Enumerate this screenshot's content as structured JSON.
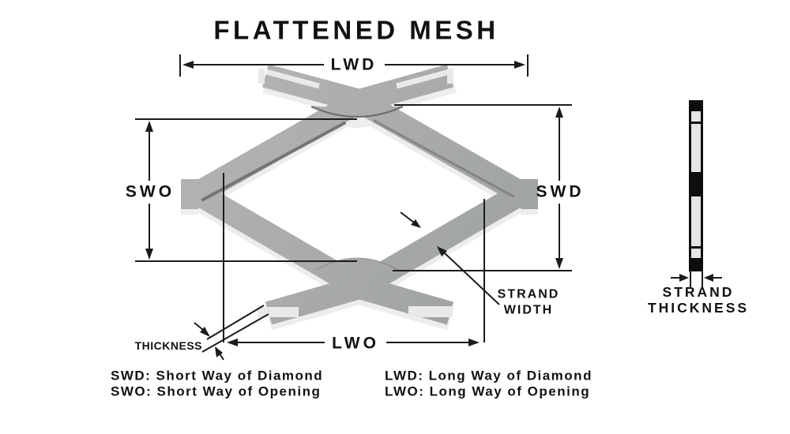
{
  "title": "FLATTENED MESH",
  "dims": {
    "lwd": "LWD",
    "swo": "SWO",
    "swd": "SWD",
    "lwo": "LWO"
  },
  "callouts": {
    "thickness": "THICKNESS",
    "strand_width_line1": "STRAND",
    "strand_width_line2": "WIDTH"
  },
  "side_view": {
    "label_line1": "STRAND",
    "label_line2": "THICKNESS"
  },
  "legend": {
    "swd": "SWD: Short Way of Diamond",
    "swo": "SWO: Short Way of Opening",
    "lwd": "LWD: Long Way of Diamond",
    "lwo": "LWO: Long Way of Opening"
  },
  "colors": {
    "background": "#ffffff",
    "strand_gray": "#a8aaab",
    "strand_light_face": "#ededed",
    "strand_shadow": "#6e6e6e",
    "line_black": "#1b1b1b",
    "bar_black": "#0d0d0d",
    "bar_light": "#e4e4e4",
    "text": "#111111"
  }
}
